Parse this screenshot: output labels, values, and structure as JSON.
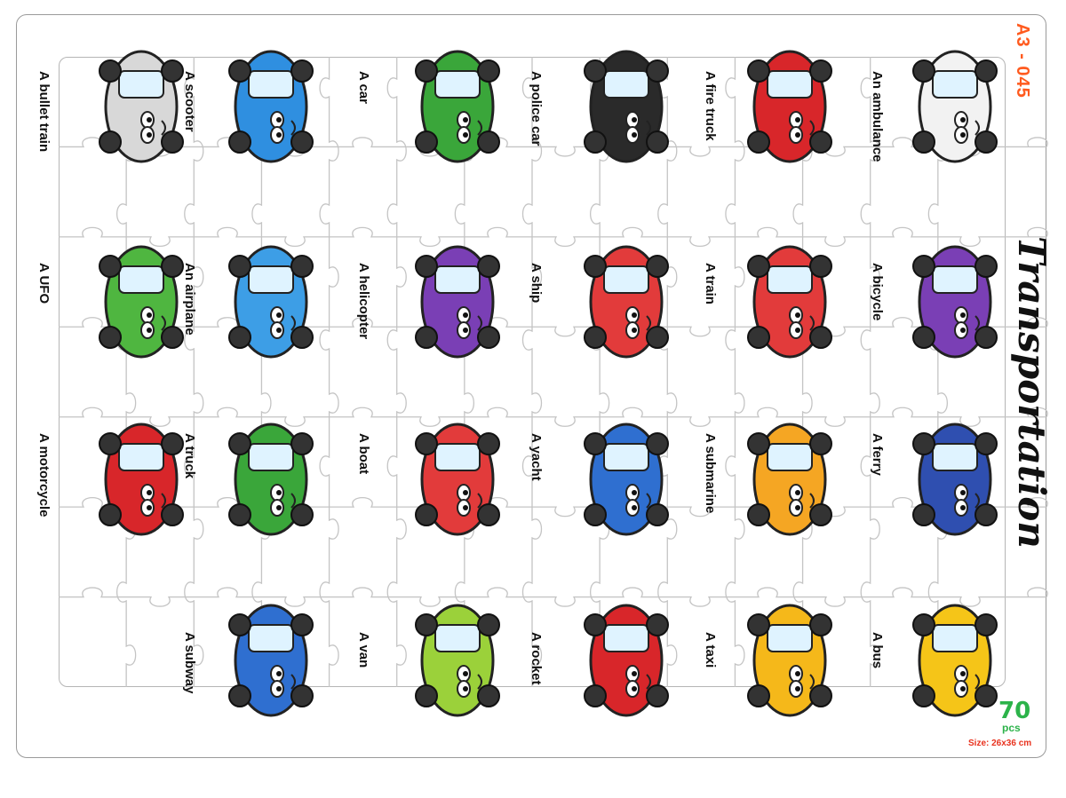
{
  "puzzle": {
    "title": "Transportation",
    "code": "A3 - 045",
    "piece_count": "70",
    "piece_unit": "pcs",
    "size": "Size: 26x36 cm"
  },
  "vehicles": [
    {
      "label": "A bullet train",
      "icon": "bullet-train-icon",
      "color": "#d8d8d8"
    },
    {
      "label": "A scooter",
      "icon": "scooter-icon",
      "color": "#2f8fe0"
    },
    {
      "label": "A car",
      "icon": "car-icon",
      "color": "#3aa63a"
    },
    {
      "label": "A police car",
      "icon": "police-car-icon",
      "color": "#2a2a2a"
    },
    {
      "label": "A fire truck",
      "icon": "fire-truck-icon",
      "color": "#d8262a"
    },
    {
      "label": "An ambulance",
      "icon": "ambulance-icon",
      "color": "#f2f2f2"
    },
    {
      "label": "A UFO",
      "icon": "ufo-icon",
      "color": "#4fb640"
    },
    {
      "label": "An airplane",
      "icon": "airplane-icon",
      "color": "#3d9ee6"
    },
    {
      "label": "A helicopter",
      "icon": "helicopter-icon",
      "color": "#7a3fb5"
    },
    {
      "label": "A ship",
      "icon": "ship-icon",
      "color": "#e23b3b"
    },
    {
      "label": "A train",
      "icon": "train-icon",
      "color": "#e23b3b"
    },
    {
      "label": "A bicycle",
      "icon": "bicycle-icon",
      "color": "#7a3fb5"
    },
    {
      "label": "A motorcycle",
      "icon": "motorcycle-icon",
      "color": "#d8262a"
    },
    {
      "label": "A truck",
      "icon": "truck-icon",
      "color": "#3aa63a"
    },
    {
      "label": "A boat",
      "icon": "boat-icon",
      "color": "#e23b3b"
    },
    {
      "label": "A yacht",
      "icon": "yacht-icon",
      "color": "#2f6fd0"
    },
    {
      "label": "A submarine",
      "icon": "submarine-icon",
      "color": "#f5a623"
    },
    {
      "label": "A ferry",
      "icon": "ferry-icon",
      "color": "#2f4fb0"
    },
    {
      "label": "A subway",
      "icon": "subway-icon",
      "color": "#2f6fd0"
    },
    {
      "label": "A van",
      "icon": "van-icon",
      "color": "#9bd13a"
    },
    {
      "label": "A rocket",
      "icon": "rocket-icon",
      "color": "#d8262a"
    },
    {
      "label": "A taxi",
      "icon": "taxi-icon",
      "color": "#f5b81a"
    },
    {
      "label": "A bus",
      "icon": "school-bus-icon",
      "color": "#f5c518"
    }
  ]
}
